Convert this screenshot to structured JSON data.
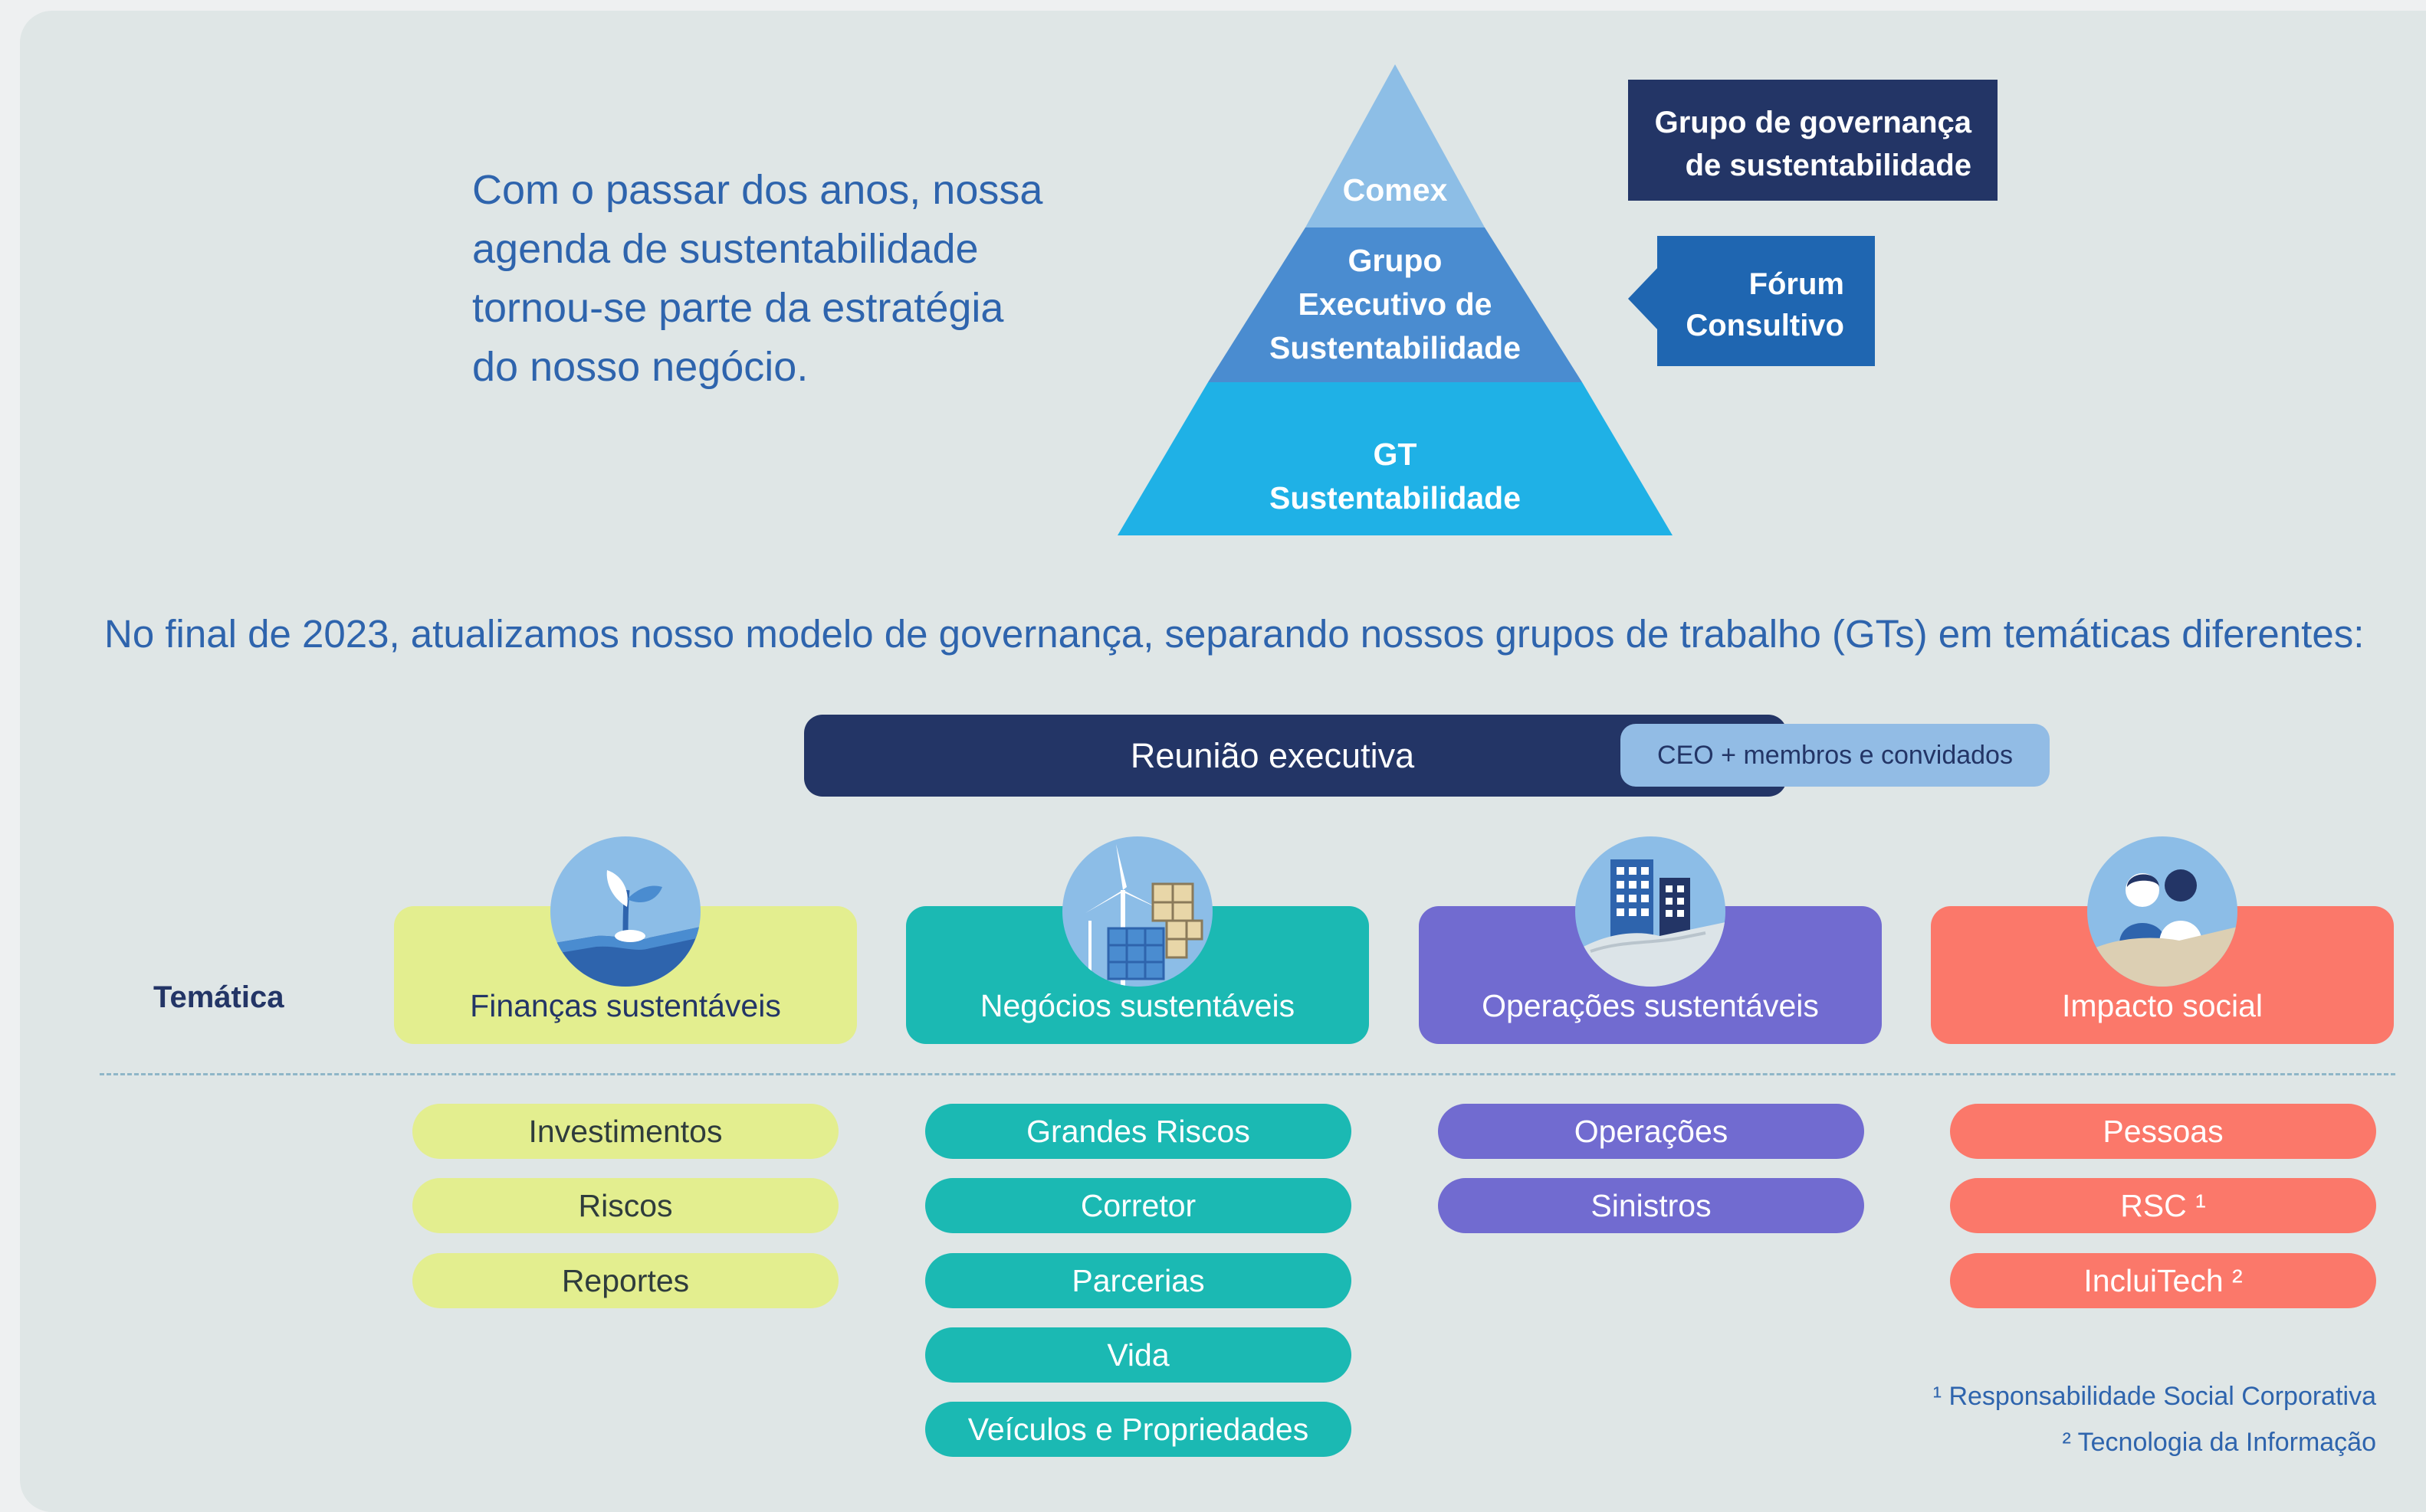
{
  "intro": {
    "text": "Com o passar dos anos, nossa\nagenda de sustentabilidade\ntornou-se parte da estratégia\ndo nosso negócio."
  },
  "pyramid": {
    "levels": [
      {
        "label": "Comex",
        "color": "#8dbee6"
      },
      {
        "label": "Grupo\nExecutivo de\nSustentabilidade",
        "color": "#4a8cd0"
      },
      {
        "label": "GT\nSustentabilidade",
        "color": "#1fb1e6"
      }
    ],
    "governance_box": "Grupo de governança\nde sustentabilidade",
    "forum_box": "Fórum\nConsultivo"
  },
  "heading": "No final de 2023, atualizamos nosso modelo de governança, separando nossos grupos de trabalho (GTs) em temáticas diferentes:",
  "executive": {
    "title": "Reunião executiva",
    "members": "CEO + membros e convidados"
  },
  "tematica_label": "Temática",
  "themes": [
    {
      "name": "Finanças sustentáveis",
      "icon": "plant-in-hand-icon",
      "color": "#e3ee8f",
      "groups": [
        "Investimentos",
        "Riscos",
        "Reportes"
      ]
    },
    {
      "name": "Negócios sustentáveis",
      "icon": "wind-turbine-solar-icon",
      "color": "#1bb9b3",
      "groups": [
        "Grandes Riscos",
        "Corretor",
        "Parcerias",
        "Vida",
        "Veículos e Propriedades"
      ]
    },
    {
      "name": "Operações sustentáveis",
      "icon": "buildings-in-hand-icon",
      "color": "#716bd0",
      "groups": [
        "Operações",
        "Sinistros"
      ]
    },
    {
      "name": "Impacto social",
      "icon": "people-in-hand-icon",
      "color": "#fb786a",
      "groups": [
        "Pessoas",
        "RSC ¹",
        "IncluiTech ²"
      ]
    }
  ],
  "footnotes": [
    "¹ Responsabilidade Social Corporativa",
    "² Tecnologia da Informação"
  ],
  "colors": {
    "dark_navy": "#233566",
    "text_blue": "#2e64ad",
    "background": "#dfe6e6"
  }
}
